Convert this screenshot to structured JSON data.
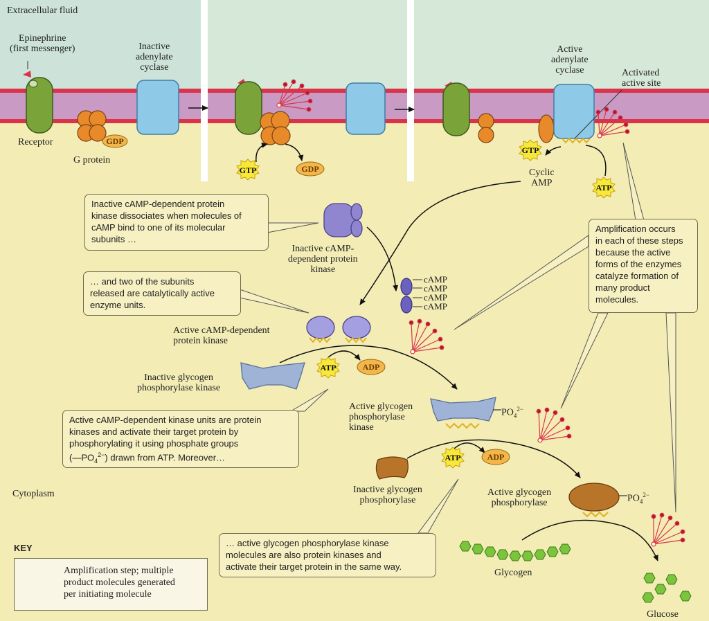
{
  "regions": {
    "extracellular": "Extracellular fluid",
    "cytoplasm": "Cytoplasm"
  },
  "molecules": {
    "gtp": "GTP",
    "gdp": "GDP",
    "atp": "ATP",
    "adp": "ADP",
    "camp": "cAMP",
    "po4": "PO",
    "po4_sub": "4",
    "po4_sup": "2−"
  },
  "labels": {
    "epinephrine": "Epinephrine\n(first messenger)",
    "receptor": "Receptor",
    "g_protein": "G protein",
    "inactive_cyclase": "Inactive\nadenylate\ncyclase",
    "active_cyclase": "Active\nadenylate\ncyclase",
    "activated_site": "Activated\nactive site",
    "cyclic_amp": "Cyclic\nAMP",
    "inactive_pka": "Inactive cAMP-\ndependent protein\nkinase",
    "active_pka": "Active cAMP-dependent\nprotein kinase",
    "inactive_gpk": "Inactive glycogen\nphosphorylase kinase",
    "active_gpk": "Active glycogen\nphosphorylase\nkinase",
    "inactive_gp": "Inactive glycogen\nphosphorylase",
    "active_gp": "Active glycogen\nphosphorylase",
    "glycogen": "Glycogen",
    "glucose": "Glucose"
  },
  "callouts": {
    "pka_dissociates": "Inactive cAMP-dependent protein\nkinase dissociates when molecules of\ncAMP bind to one of its molecular\nsubunits …",
    "two_subunits": "… and two of the subunits\nreleased are catalytically active\nenzyme units.",
    "amplification": "Amplification occurs\nin each of these steps\nbecause the active\nforms of the enzymes\ncatalyze formation of\nmany product\nmolecules.",
    "active_units": "Active cAMP-dependent kinase units are protein\nkinases and activate their target protein by\nphosphorylating it using phosphate groups\n(—PO",
    "active_units_sub": "4",
    "active_units_sup": "2−",
    "active_units_tail": ") drawn from ATP. Moreover…",
    "gpk_kinases": "… active glycogen phosphorylase kinase\nmolecules are also protein kinases and\nactivate their target protein in the same way."
  },
  "key": {
    "title": "KEY",
    "text": "Amplification step; multiple\nproduct molecules generated\nper initiating molecule"
  },
  "colors": {
    "background": "#f3ecb5",
    "extracellular": "#d6e8d8",
    "membrane_red": "#d9344a",
    "membrane_fill": "#c99bc4",
    "receptor_green": "#7aa33a",
    "cyclase_blue": "#8ec9e8",
    "gprotein_orange": "#e8892a",
    "kinase_purple": "#8f86cf",
    "gpk_blue": "#9fb3d6",
    "gp_brown": "#b8752a",
    "glycogen_green": "#7cc43c",
    "badge_yellow": "#f7e83a",
    "badge_orange": "#f3b64a"
  }
}
